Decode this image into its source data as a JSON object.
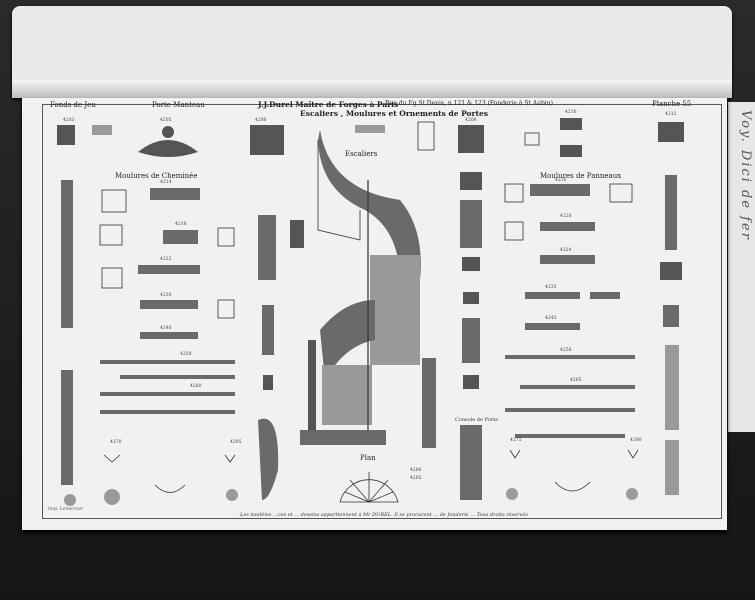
{
  "plate": {
    "section_left": "Fonds de Jeu",
    "section_door": "Porte-Manteau",
    "title_main": "J.J.Durel Maître de Forges à Paris",
    "title_detail": "Rue du Fg.St.Denis, n.121 & 123 (Fonderie à St Aubin)",
    "subtitle": "Escaliers , Moulures et Ornements de Portes",
    "escaliers": "Escaliers",
    "plate_number": "Planche 55",
    "moulures_chemin": "Moulures de Cheminée",
    "moulures_panneaux": "Moulures de Panneaux",
    "plan": "Plan",
    "console": "Console de Porte",
    "footer": "Les modèles ...ces et ... dessins appartiennent à Mr DUREL. Il se procurent ... de fonderie ... Tous droits réservés",
    "engraver": "Imp. Lemercier"
  },
  "margin_note": "Voy. Dici de fer",
  "numbers": [
    "4203",
    "4205",
    "4206",
    "4208",
    "4210",
    "4212",
    "4214",
    "4216",
    "4218",
    "4220",
    "4222",
    "4224",
    "4230",
    "4235",
    "4240",
    "4245",
    "4250",
    "4256",
    "4260",
    "4265",
    "4270",
    "4275",
    "4280",
    "4285",
    "4290",
    "4295"
  ]
}
